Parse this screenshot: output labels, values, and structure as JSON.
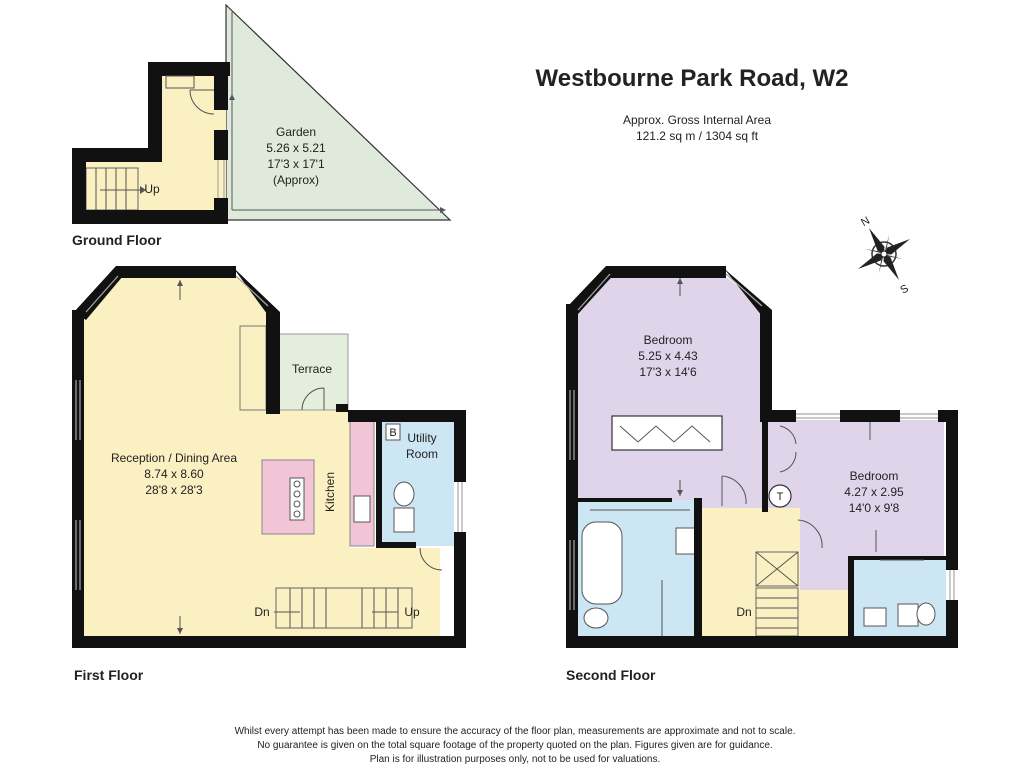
{
  "header": {
    "title": "Westbourne Park Road, W2",
    "area_label": "Approx. Gross Internal Area",
    "area_value": "121.2 sq m / 1304 sq ft"
  },
  "floors": {
    "ground": "Ground Floor",
    "first": "First Floor",
    "second": "Second Floor"
  },
  "rooms": {
    "garden": {
      "name": "Garden",
      "metric": "5.26 x 5.21",
      "imperial": "17'3 x 17'1",
      "note": "(Approx)"
    },
    "reception": {
      "name": "Reception / Dining Area",
      "metric": "8.74 x 8.60",
      "imperial": "28'8 x 28'3"
    },
    "terrace": {
      "name": "Terrace"
    },
    "kitchen": {
      "name": "Kitchen"
    },
    "utility": {
      "name_line1": "Utility",
      "name_line2": "Room"
    },
    "bedroom1": {
      "name": "Bedroom",
      "metric": "5.25 x 4.43",
      "imperial": "17'3 x 14'6"
    },
    "bedroom2": {
      "name": "Bedroom",
      "metric": "4.27 x 2.95",
      "imperial": "14'0 x 9'8"
    }
  },
  "labels": {
    "up": "Up",
    "dn": "Dn",
    "boiler": "B",
    "tank": "T"
  },
  "compass": {
    "n": "N",
    "s": "S"
  },
  "colors": {
    "wall": "#111111",
    "garden": "#dfeadc",
    "living": "#faf0c2",
    "terrace": "#e3eedc",
    "bathroom": "#cde6f3",
    "bedroom": "#e0d4ea",
    "kitchen_unit": "#f2c5d6"
  },
  "disclaimer": {
    "line1": "Whilst every attempt has been made to ensure the accuracy of the floor plan, measurements are approximate and not to scale.",
    "line2": "No guarantee is given on the total square footage of the property quoted on the plan. Figures given are for guidance.",
    "line3": "Plan is for illustration purposes only, not to be used for valuations."
  }
}
